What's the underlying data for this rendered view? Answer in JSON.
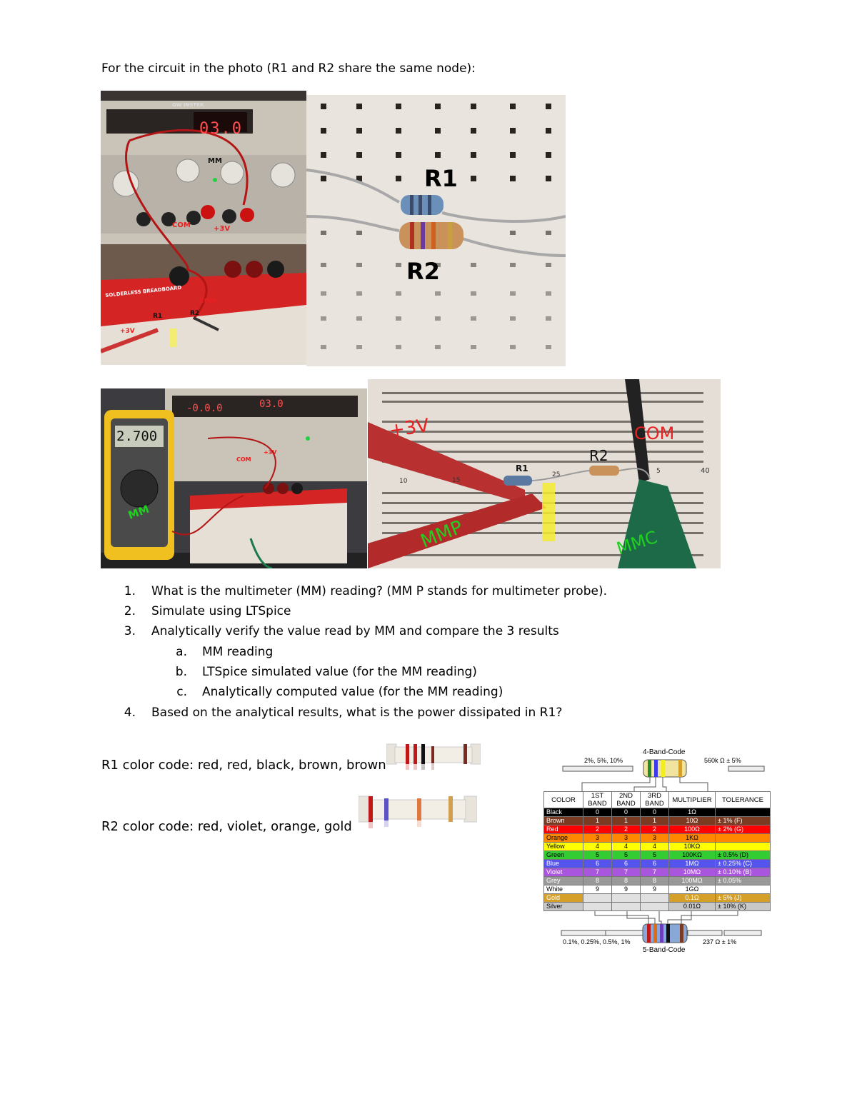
{
  "intro": "For the circuit in the photo (R1 and R2 share the same node):",
  "photos": {
    "supply_display": "03.0",
    "supply_brand": "GW INSTEK",
    "breadboard_label": "SOLDERLESS BREADBOARD",
    "meter_display": "2.700",
    "supply2_left": "-0.0.0",
    "supply2_right": "03.0",
    "annotations": {
      "p1_mm": "MM",
      "p1_com": "COM",
      "p1_plus3v": "+3V",
      "p1_plus3v_b": "+3V",
      "p1_com_b": "COM",
      "p1_r1": "R1",
      "p1_r2": "R2",
      "p2_r1": "R1",
      "p2_r2": "R2",
      "p3_mm": "MM",
      "p3_com": "COM",
      "p3_plus3v": "+3V",
      "p4_plus3v": "+3V",
      "p4_com": "COM",
      "p4_r1": "R1",
      "p4_r2": "R2",
      "p4_mmp": "MMP",
      "p4_mmc": "MMC",
      "p4_num10": "10",
      "p4_num15": "15",
      "p4_num25": "25",
      "p4_num40": "40",
      "p4_num5": "5"
    }
  },
  "questions": [
    {
      "num": "1.",
      "text": "What is the multimeter (MM) reading? (MM P stands for multimeter probe)."
    },
    {
      "num": "2.",
      "text": "Simulate using LTSpice"
    },
    {
      "num": "3.",
      "text": "Analytically verify the value read by MM and compare the 3 results"
    },
    {
      "num": "4.",
      "text": "Based on the analytical results, what is the power dissipated in R1?"
    }
  ],
  "subitems": [
    {
      "num": "a.",
      "text": "MM reading"
    },
    {
      "num": "b.",
      "text": "LTSpice simulated value (for the MM reading)"
    },
    {
      "num": "c.",
      "text": "Analytically computed value (for the MM reading)"
    }
  ],
  "r1_code": "R1 color code: red, red, black, brown, brown",
  "r2_code": "R2 color code: red, violet, orange, gold",
  "chart": {
    "title4": "4-Band-Code",
    "tol4": "2%, 5%, 10%",
    "example4": "560k Ω  ± 5%",
    "headers": [
      "COLOR",
      "1ST BAND",
      "2ND BAND",
      "3RD BAND",
      "MULTIPLIER",
      "TOLERANCE"
    ],
    "rows": [
      {
        "color": "Black",
        "b1": "0",
        "b2": "0",
        "b3": "0",
        "mult": "1Ω",
        "tol": "",
        "bg": "#000000",
        "fg": "#ffffff"
      },
      {
        "color": "Brown",
        "b1": "1",
        "b2": "1",
        "b3": "1",
        "mult": "10Ω",
        "tol": "± 1%     (F)",
        "bg": "#7a3b22",
        "fg": "#ffffff"
      },
      {
        "color": "Red",
        "b1": "2",
        "b2": "2",
        "b3": "2",
        "mult": "100Ω",
        "tol": "± 2%     (G)",
        "bg": "#ff0000",
        "fg": "#ffffff"
      },
      {
        "color": "Orange",
        "b1": "3",
        "b2": "3",
        "b3": "3",
        "mult": "1KΩ",
        "tol": "",
        "bg": "#ff8800",
        "fg": "#000000"
      },
      {
        "color": "Yellow",
        "b1": "4",
        "b2": "4",
        "b3": "4",
        "mult": "10KΩ",
        "tol": "",
        "bg": "#ffff00",
        "fg": "#000000"
      },
      {
        "color": "Green",
        "b1": "5",
        "b2": "5",
        "b3": "5",
        "mult": "100KΩ",
        "tol": "± 0.5%   (D)",
        "bg": "#33cc33",
        "fg": "#000000"
      },
      {
        "color": "Blue",
        "b1": "6",
        "b2": "6",
        "b3": "6",
        "mult": "1MΩ",
        "tol": "± 0.25% (C)",
        "bg": "#5555ee",
        "fg": "#ffffff"
      },
      {
        "color": "Violet",
        "b1": "7",
        "b2": "7",
        "b3": "7",
        "mult": "10MΩ",
        "tol": "± 0.10% (B)",
        "bg": "#aa55dd",
        "fg": "#ffffff"
      },
      {
        "color": "Grey",
        "b1": "8",
        "b2": "8",
        "b3": "8",
        "mult": "100MΩ",
        "tol": "± 0.05%",
        "bg": "#999999",
        "fg": "#ffffff"
      },
      {
        "color": "White",
        "b1": "9",
        "b2": "9",
        "b3": "9",
        "mult": "1GΩ",
        "tol": "",
        "bg": "#ffffff",
        "fg": "#000000"
      },
      {
        "color": "Gold",
        "b1": "",
        "b2": "",
        "b3": "",
        "mult": "0.1Ω",
        "tol": "± 5%     (J)",
        "bg": "#d4a02a",
        "fg": "#ffffff"
      },
      {
        "color": "Silver",
        "b1": "",
        "b2": "",
        "b3": "",
        "mult": "0.01Ω",
        "tol": "± 10%   (K)",
        "bg": "#c8c8c8",
        "fg": "#000000"
      }
    ],
    "tol5": "0.1%, 0.25%, 0.5%, 1%",
    "example5": "237 Ω  ± 1%",
    "title5": "5-Band-Code"
  }
}
